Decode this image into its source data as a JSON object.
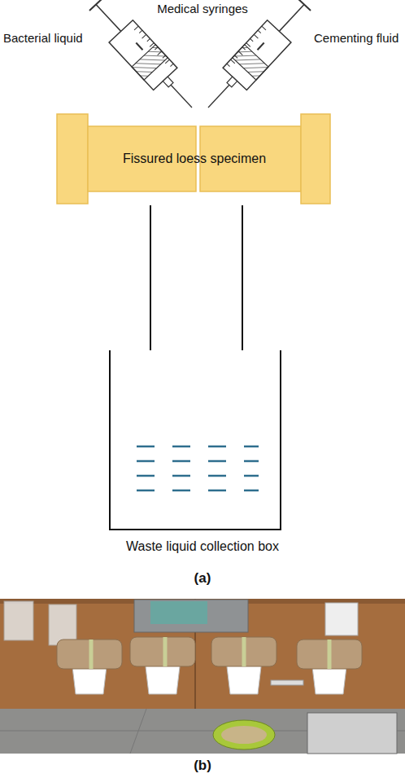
{
  "diagram": {
    "nodes": [
      {
        "text": [
          "Fissured loess specimen"
        ]
      },
      {
        "text": [
          "Waste liquid collection box"
        ]
      }
    ],
    "labels": [
      "Medical syringes",
      "Bacterial liquid",
      "Cementing fluid",
      "(a)",
      "(b)"
    ]
  }
}
